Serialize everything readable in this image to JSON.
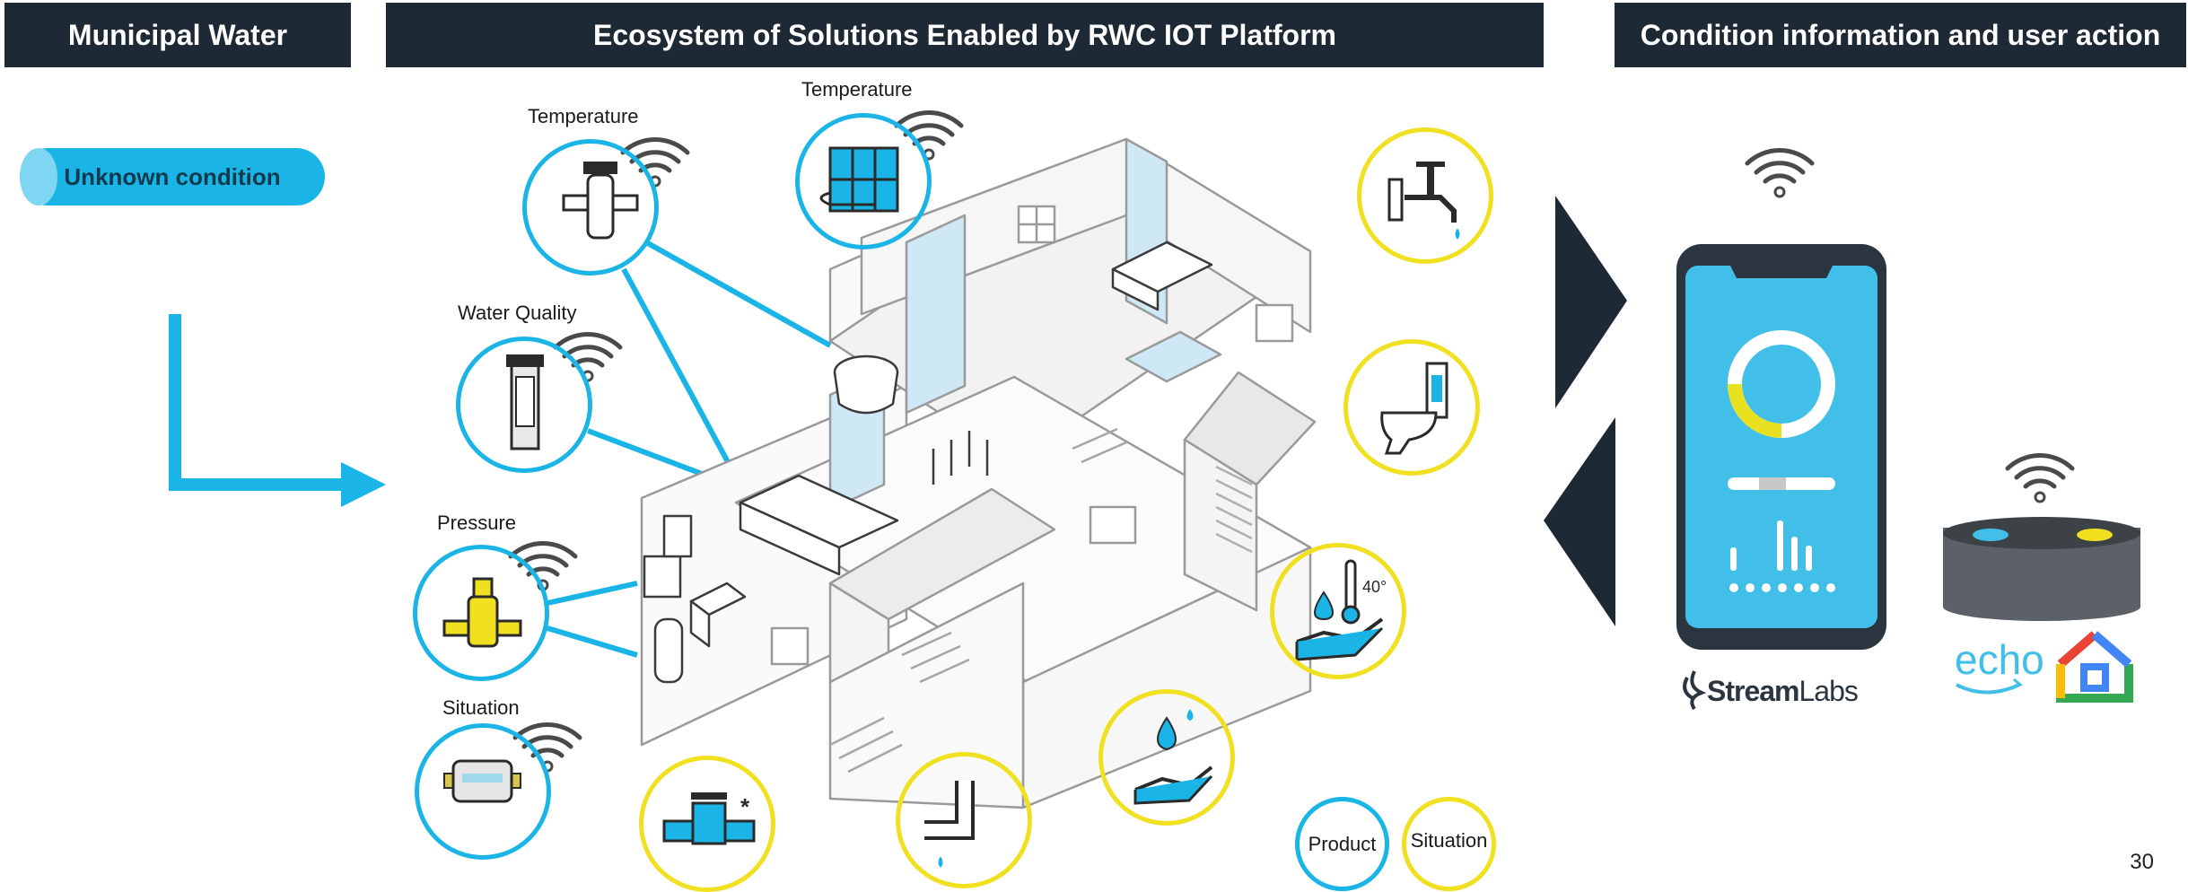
{
  "headers": {
    "left": "Municipal Water",
    "center": "Ecosystem of Solutions Enabled by RWC IOT Platform",
    "right": "Condition information and user action"
  },
  "status_pill": "Unknown condition",
  "sensor_labels": {
    "temperature_1": "Temperature",
    "temperature_2": "Temperature",
    "water_quality": "Water Quality",
    "pressure": "Pressure",
    "situation": "Situation"
  },
  "legend": {
    "product": "Product",
    "situation": "Situation"
  },
  "brands": {
    "streamlabs_a": "Stream",
    "streamlabs_b": "Labs",
    "echo": "echo"
  },
  "page_number": "30",
  "colors": {
    "header_bg": "#1d2a35",
    "accent_blue": "#1ab5e6",
    "accent_yellow": "#f0e020"
  }
}
